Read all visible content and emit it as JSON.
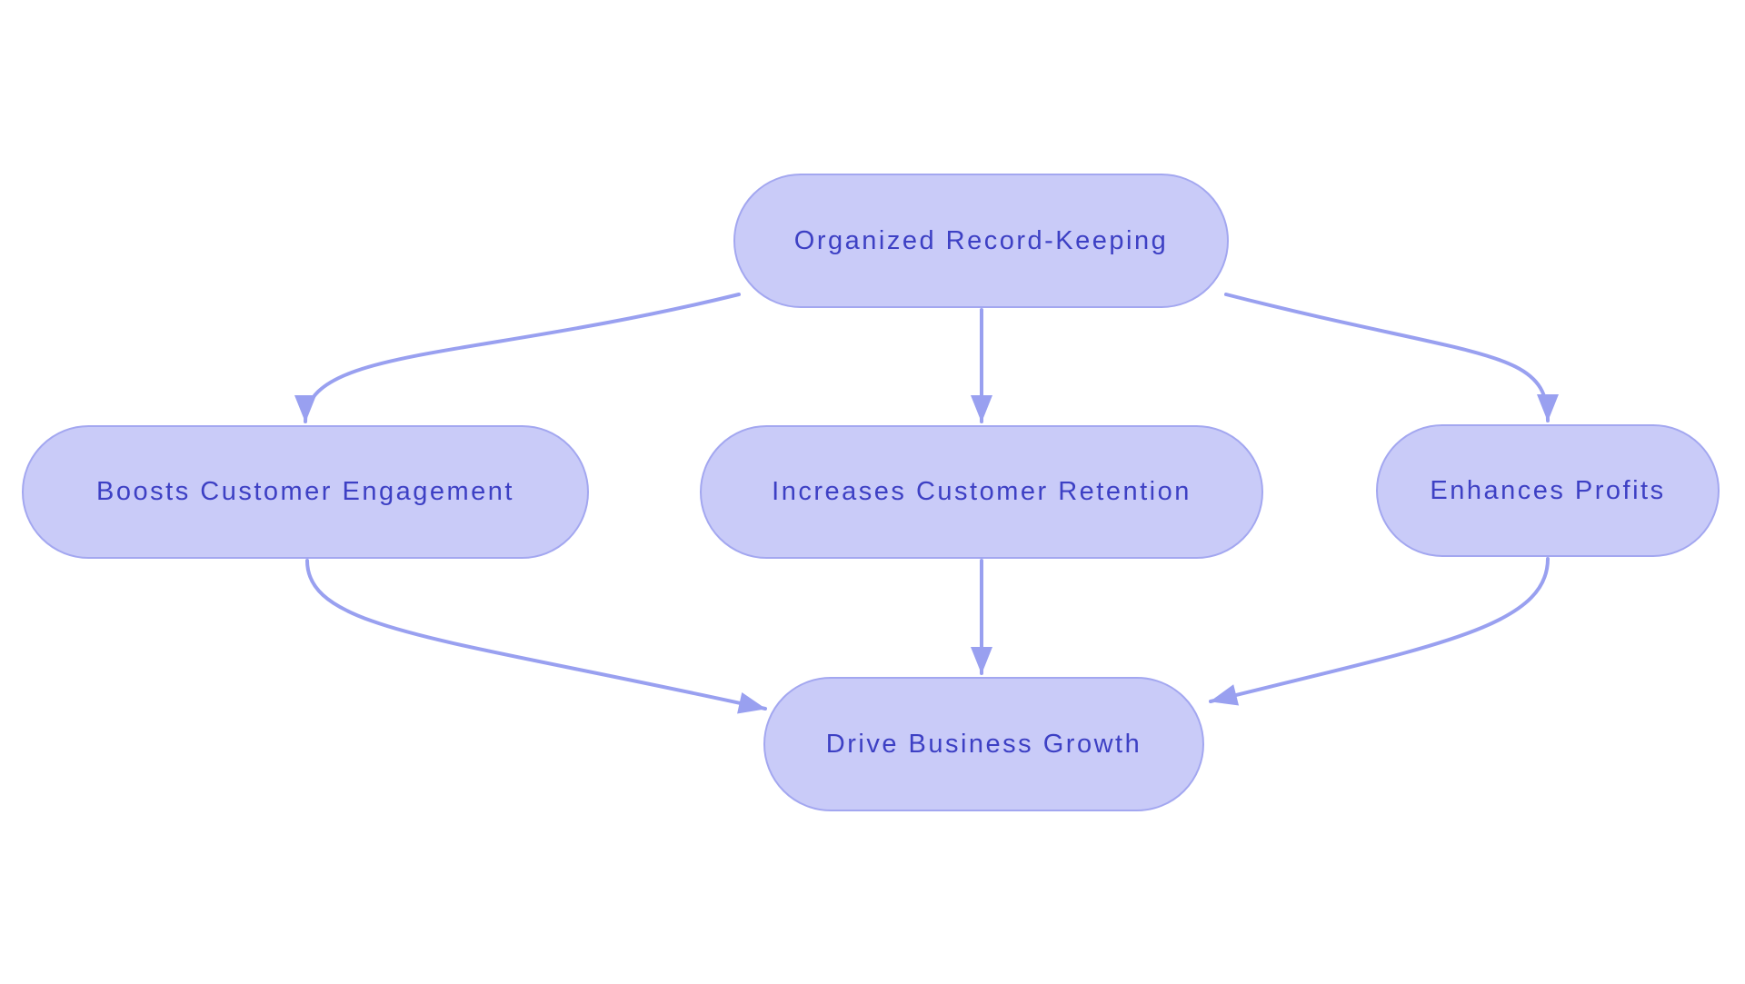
{
  "diagram": {
    "type": "flowchart",
    "background_color": "#ffffff",
    "colors": {
      "node_fill": "#c9cbf8",
      "node_border": "#a3a7f0",
      "node_text": "#3d40c4",
      "arrow": "#99a0f0"
    },
    "nodes": [
      {
        "id": "organized",
        "label": "Organized Record-Keeping",
        "row": "top"
      },
      {
        "id": "boosts",
        "label": "Boosts Customer Engagement",
        "row": "middle"
      },
      {
        "id": "increases",
        "label": "Increases Customer Retention",
        "row": "middle"
      },
      {
        "id": "enhances",
        "label": "Enhances Profits",
        "row": "middle"
      },
      {
        "id": "drive",
        "label": "Drive Business Growth",
        "row": "bottom"
      }
    ],
    "edges": [
      {
        "from": "Organized Record-Keeping",
        "to": "Boosts Customer Engagement"
      },
      {
        "from": "Organized Record-Keeping",
        "to": "Increases Customer Retention"
      },
      {
        "from": "Organized Record-Keeping",
        "to": "Enhances Profits"
      },
      {
        "from": "Boosts Customer Engagement",
        "to": "Drive Business Growth"
      },
      {
        "from": "Increases Customer Retention",
        "to": "Drive Business Growth"
      },
      {
        "from": "Enhances Profits",
        "to": "Drive Business Growth"
      }
    ]
  }
}
